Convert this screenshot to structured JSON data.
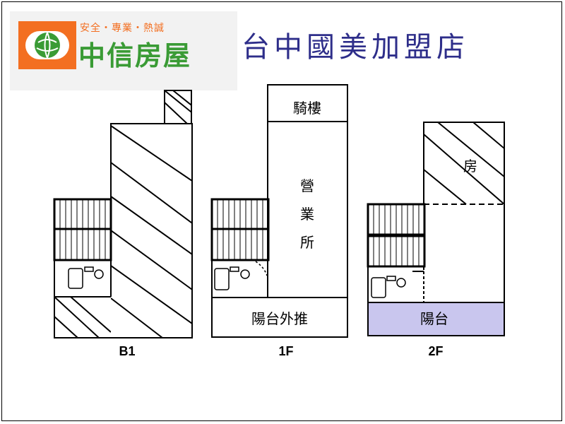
{
  "logo": {
    "slogan": "安全・專業・熱誠",
    "brand": "中信房屋"
  },
  "title": "台中國美加盟店",
  "floors": [
    {
      "name": "B1",
      "rooms": []
    },
    {
      "name": "1F",
      "rooms": [
        {
          "label": "騎樓"
        },
        {
          "label": "營業所"
        },
        {
          "label": "陽台外推"
        }
      ]
    },
    {
      "name": "2F",
      "rooms": [
        {
          "label": "房"
        },
        {
          "label": "陽台"
        }
      ]
    }
  ],
  "colors": {
    "brand_orange": "#f36f21",
    "brand_green": "#3a9b35",
    "title_blue": "#2e2e8a",
    "balcony_fill": "#c9c6ee"
  }
}
